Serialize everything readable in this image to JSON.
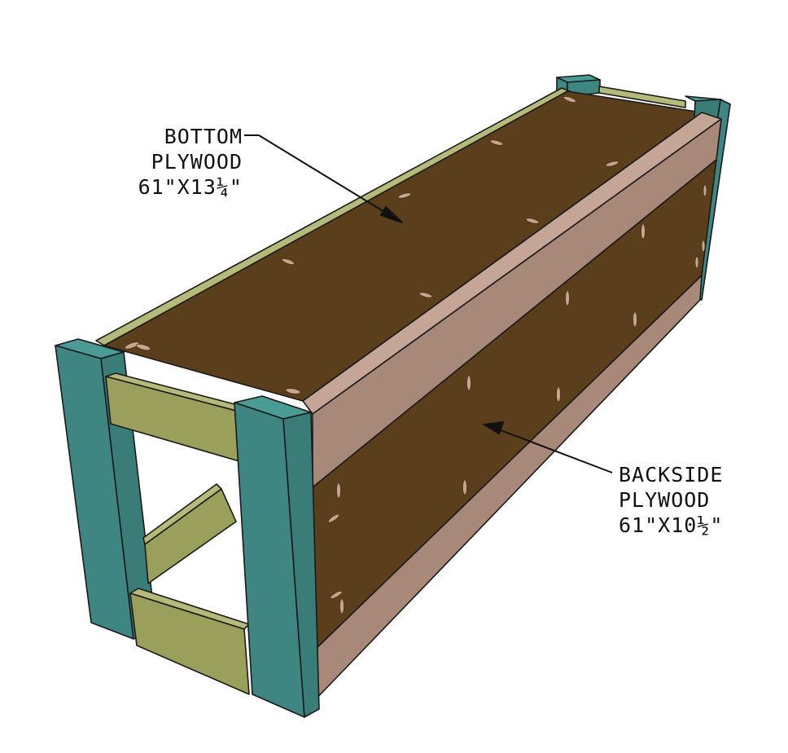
{
  "diagram": {
    "subject": "Bench frame with plywood bottom and backside panel (isometric woodworking plan)",
    "colors": {
      "legs": "#3f8581",
      "leg_top": "#4a9a96",
      "rails": "#9aa05c",
      "rail_top": "#b5ba7a",
      "plywood": "#5b3f1c",
      "trim": "#a88878",
      "trim_top": "#c4a596",
      "outline": "#1a1a1a",
      "pocket_holes": "#caa38f",
      "background": "#ffffff"
    },
    "labels": [
      {
        "id": "bottom-plywood",
        "lines": [
          "BOTTOM",
          "PLYWOOD",
          "61\"X13¼\""
        ],
        "part": "Bottom Plywood",
        "dimensions": "61\" x 13 1/4\""
      },
      {
        "id": "backside-plywood",
        "lines": [
          "BACKSIDE",
          "PLYWOOD",
          "61\"X10½\""
        ],
        "part": "Backside Plywood",
        "dimensions": "61\" x 10 1/2\""
      }
    ]
  }
}
